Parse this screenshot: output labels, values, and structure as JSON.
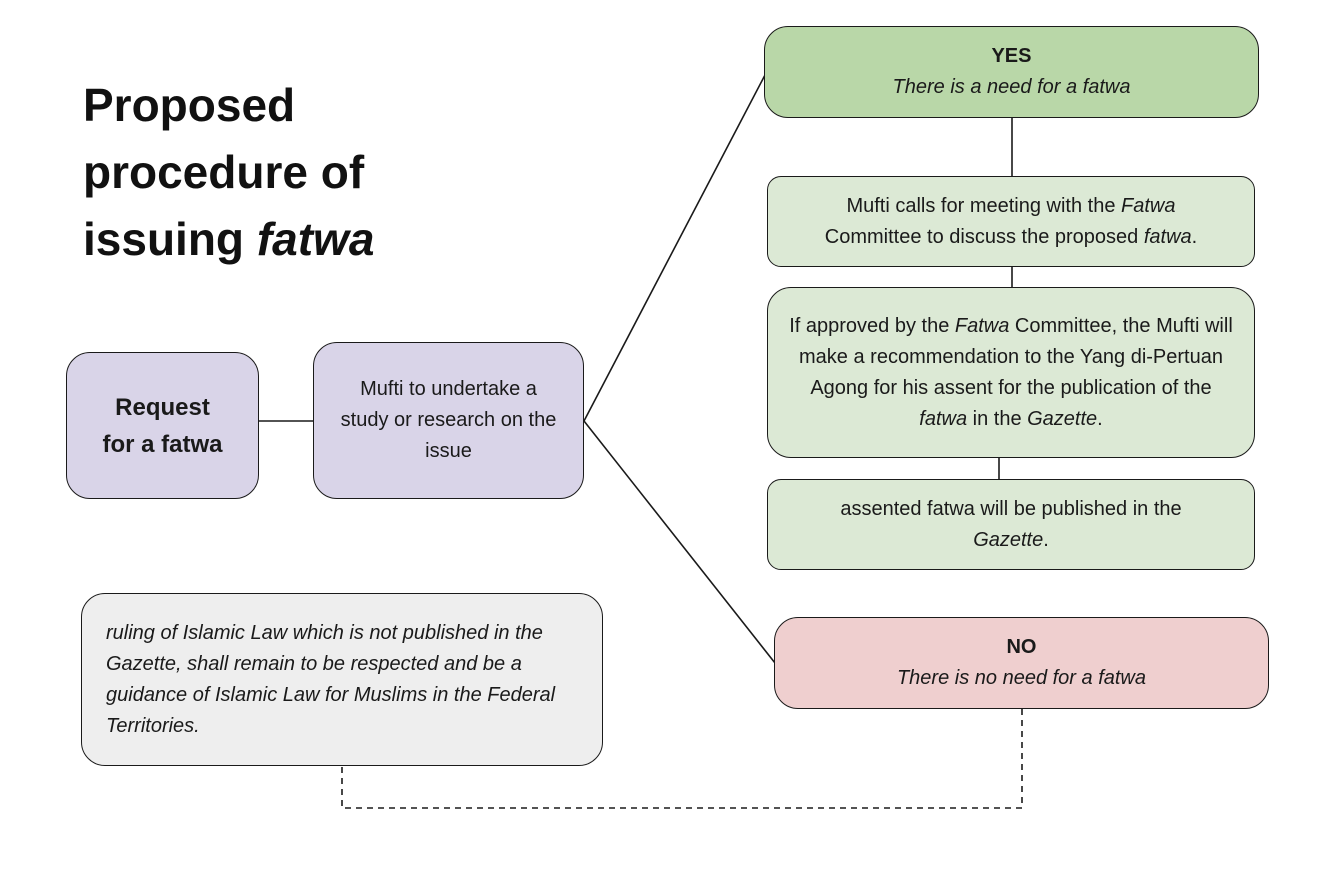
{
  "title": {
    "line1": "Proposed",
    "line2": "procedure of",
    "line3_plain": "issuing ",
    "line3_italic": "fatwa"
  },
  "nodes": {
    "request": {
      "line1": "Request",
      "line2": "for a fatwa"
    },
    "study": {
      "text": "Mufti to undertake a study or research on the issue"
    },
    "yes": {
      "heading": "YES",
      "subtext": "There is a need for a fatwa"
    },
    "meeting": {
      "t1": "Mufti calls for meeting with the ",
      "t2": "Fatwa",
      "t3": "Committee to discuss the proposed ",
      "t4": "fatwa",
      "t5": "."
    },
    "approval": {
      "t1": "If approved by the ",
      "t2": "Fatwa",
      "t3": " Committee, the Mufti will make a recommendation to the Yang di-Pertuan Agong for his assent for the publication of the ",
      "t4": "fatwa",
      "t5": " in the ",
      "t6": "Gazette",
      "t7": "."
    },
    "published": {
      "t1": "assented fatwa will be published in the",
      "t2": "Gazette",
      "t3": "."
    },
    "no": {
      "heading": "NO",
      "subtext": "There is no need for a fatwa"
    },
    "note": {
      "text": "ruling of Islamic Law which is not published in the Gazette, shall remain to be respected and be a guidance of Islamic Law for Muslims in the Federal Territories."
    }
  },
  "colors": {
    "purple": "#d9d4e8",
    "green_dark": "#b9d7a8",
    "green_light": "#dce9d5",
    "pink": "#efcfcf",
    "grey": "#eeeeee"
  }
}
